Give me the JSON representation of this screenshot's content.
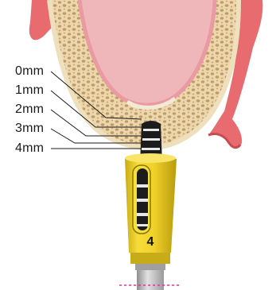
{
  "depth_labels": [
    "0mm",
    "1mm",
    "2mm",
    "3mm",
    "4mm"
  ],
  "sleeve_number": "4",
  "colors": {
    "gum": "#e86b6f",
    "gum_dark": "#c84a52",
    "sinus_membrane": "#f0b7bb",
    "bone": "#ecd7ad",
    "bone_pores": "#bf9966",
    "sleeve_yellow": "#f0d12d",
    "sleeve_shadow": "#b89b0c",
    "drill": "#1c1c1c",
    "shaft": "#b9b9b9",
    "guide_line": "#d23aa0"
  }
}
